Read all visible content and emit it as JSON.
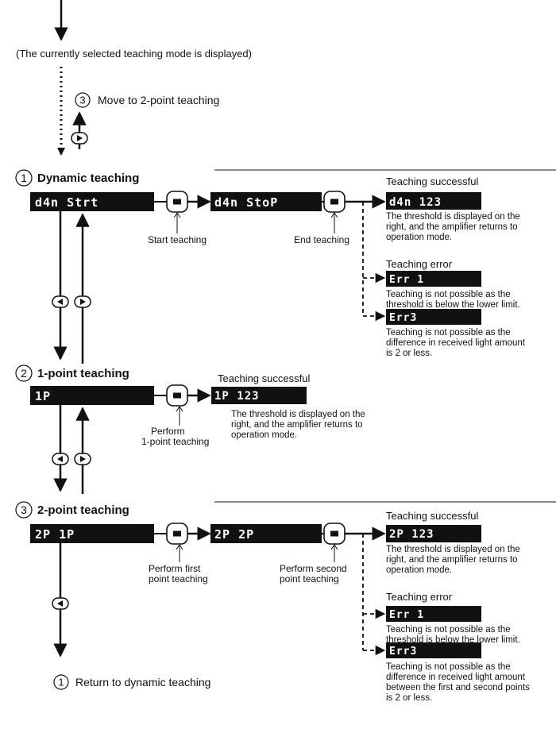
{
  "intro_note": "(The currently selected teaching mode is displayed)",
  "move_to_2point": {
    "num": "3",
    "label": "Move to 2-point teaching"
  },
  "return_to_dynamic": {
    "num": "1",
    "label": "Return to dynamic teaching"
  },
  "sections": {
    "dynamic": {
      "num": "1",
      "title": "Dynamic teaching",
      "display_start": "d4n  Strt",
      "display_stop": "d4n  StoP",
      "start_label": "Start teaching",
      "end_label": "End teaching",
      "success_title": "Teaching successful",
      "success_display": "d4n     123",
      "success_desc": [
        "The threshold is displayed on the",
        "right, and the amplifier returns to",
        "operation mode."
      ],
      "error_title": "Teaching error",
      "err1_display": "Err  1",
      "err1_desc": [
        "Teaching is not possible as the",
        "threshold is below the lower limit."
      ],
      "err3_display": "Err3",
      "err3_desc": [
        "Teaching is not possible as the",
        "difference in received light amount",
        "is 2 or less."
      ]
    },
    "onepoint": {
      "num": "2",
      "title": "1-point teaching",
      "display": "1P",
      "perform_label": [
        "Perform",
        "1-point teaching"
      ],
      "success_title": "Teaching successful",
      "success_display": "1P      123",
      "success_desc": [
        "The threshold is displayed on the",
        "right, and the amplifier returns to",
        "operation mode."
      ]
    },
    "twopoint": {
      "num": "3",
      "title": "2-point teaching",
      "display_first": "2P       1P",
      "display_second": "2P       2P",
      "first_label": [
        "Perform first",
        "point teaching"
      ],
      "second_label": [
        "Perform second",
        "point teaching"
      ],
      "success_title": "Teaching successful",
      "success_display": "2P      123",
      "success_desc": [
        "The threshold is displayed on the",
        "right, and the amplifier returns to",
        "operation mode."
      ],
      "error_title": "Teaching error",
      "err1_display": "Err  1",
      "err1_desc": [
        "Teaching is not possible as the",
        "threshold is below the lower limit."
      ],
      "err3_display": "Err3",
      "err3_desc": [
        "Teaching is not possible as the",
        "difference in received light amount",
        "between the first and second points",
        "is 2 or less."
      ]
    }
  }
}
